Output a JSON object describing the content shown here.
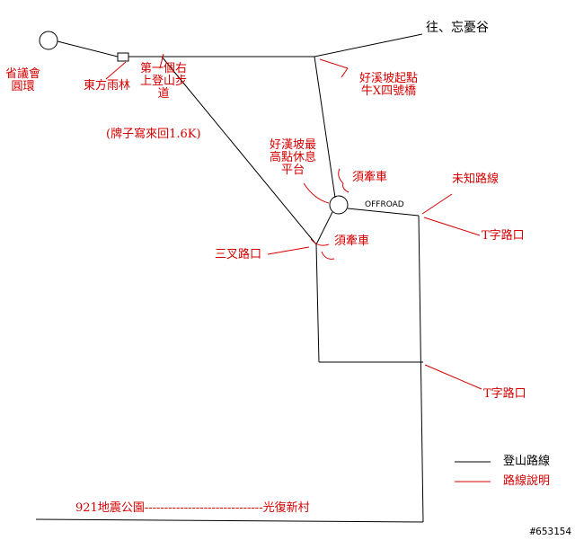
{
  "labels": {
    "provincial_roundabout": "省議會\n圓環",
    "east_rainforest": "東方雨林",
    "first_right_trail": "第一個右\n上登山步\n道",
    "sign_note": "(牌子寫來回1.6K)",
    "to_wangyougu": "往、忘憂谷",
    "haoxipo_start": "好溪坡起點\n牛X四號橋",
    "highest_rest": "好漢坡最\n高點休息\n平台",
    "must_dismount_1": "須牽車",
    "offroad": "OFFROAD",
    "unknown_route": "未知路線",
    "three_way_junction": "三叉路口",
    "must_dismount_2": "須牽車",
    "t_junction_1": "T字路口",
    "t_junction_2": "T字路口",
    "park_to_village": "921地震公園------------------------------光復新村"
  },
  "legend": {
    "trail_label": "登山路線",
    "note_label": "路線說明"
  },
  "watermark": "#653154",
  "colors": {
    "trail": "#000000",
    "annotation": "#d40000"
  }
}
